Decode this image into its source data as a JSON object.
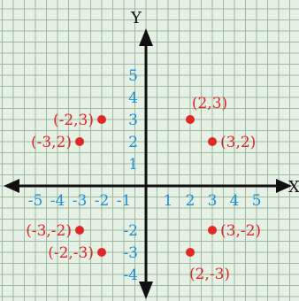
{
  "chart_data": {
    "type": "scatter",
    "title": "",
    "xlabel": "X",
    "ylabel": "Y",
    "xlim": [
      -6.5,
      7
    ],
    "ylim": [
      -5,
      8
    ],
    "grid": true,
    "x_ticks": [
      {
        "value": -5,
        "label": "-5"
      },
      {
        "value": -4,
        "label": "-4"
      },
      {
        "value": -3,
        "label": "-3"
      },
      {
        "value": -2,
        "label": "-2"
      },
      {
        "value": -1,
        "label": "-1"
      },
      {
        "value": 1,
        "label": "1"
      },
      {
        "value": 2,
        "label": "2"
      },
      {
        "value": 3,
        "label": "3"
      },
      {
        "value": 4,
        "label": "4"
      },
      {
        "value": 5,
        "label": "5"
      }
    ],
    "y_ticks": [
      {
        "value": 5,
        "label": "5"
      },
      {
        "value": 4,
        "label": "4"
      },
      {
        "value": 3,
        "label": "3"
      },
      {
        "value": 2,
        "label": "2"
      },
      {
        "value": 1,
        "label": "1"
      },
      {
        "value": -2,
        "label": "-2"
      },
      {
        "value": -3,
        "label": "-3"
      },
      {
        "value": -4,
        "label": "-4"
      }
    ],
    "points": [
      {
        "x": -2,
        "y": 3,
        "label": "(-2,3)",
        "side": "left"
      },
      {
        "x": -3,
        "y": 2,
        "label": "(-3,2)",
        "side": "left"
      },
      {
        "x": 2,
        "y": 3,
        "label": "(2,3)",
        "side": "above"
      },
      {
        "x": 3,
        "y": 2,
        "label": "(3,2)",
        "side": "right"
      },
      {
        "x": -3,
        "y": -2,
        "label": "(-3,-2)",
        "side": "left"
      },
      {
        "x": -2,
        "y": -3,
        "label": "(-2,-3)",
        "side": "left"
      },
      {
        "x": 3,
        "y": -2,
        "label": "(3,-2)",
        "side": "right"
      },
      {
        "x": 2,
        "y": -3,
        "label": "(2,-3)",
        "side": "below"
      }
    ],
    "colors": {
      "points": "#e02828",
      "ticks": "#1e90d6",
      "axes": "#111111",
      "grid": "#9fb89f",
      "background": "#e4f1e4"
    }
  }
}
